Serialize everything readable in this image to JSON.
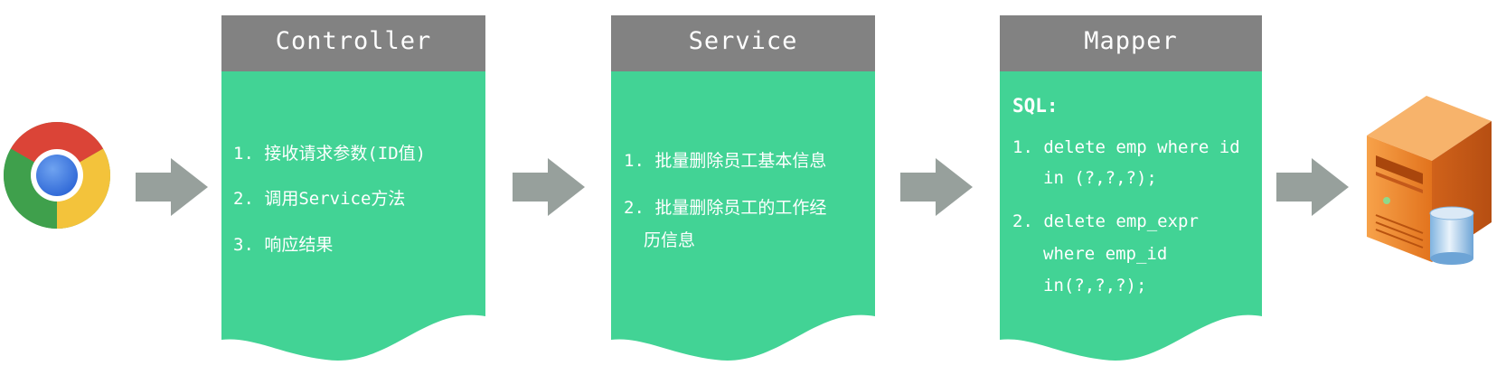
{
  "colors": {
    "header": "#828282",
    "card": "#42d395",
    "arrow": "#97a09c",
    "server_orange": "#f08a2c",
    "cylinder_blue": "#9fc5e6"
  },
  "icons": {
    "browser": "chrome-browser-icon",
    "arrow": "right-arrow-icon",
    "server": "server-database-icon"
  },
  "controller": {
    "title": "Controller",
    "items": [
      "1. 接收请求参数(ID值)",
      "2. 调用Service方法",
      "3. 响应结果"
    ]
  },
  "service": {
    "title": "Service",
    "items": [
      "1. 批量删除员工基本信息",
      "2. 批量删除员工的工作经",
      "历信息"
    ]
  },
  "mapper": {
    "title": "Mapper",
    "label": "SQL:",
    "lines": [
      "1. delete emp where id",
      "in (?,?,?);",
      "2. delete emp_expr",
      "where emp_id",
      "in(?,?,?);"
    ]
  }
}
